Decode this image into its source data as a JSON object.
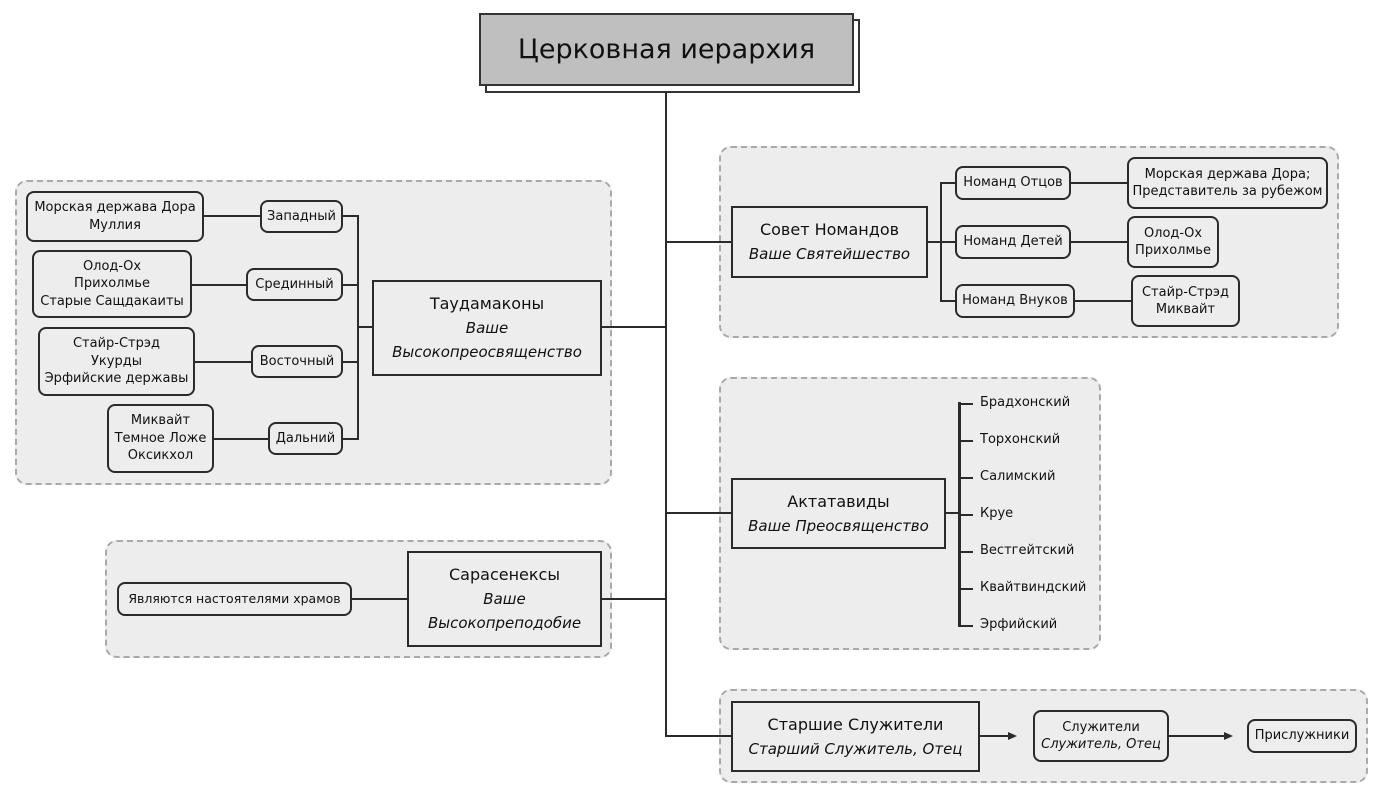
{
  "title": "Церковная иерархия",
  "taudamakony": {
    "name": "Таудамаконы",
    "address": [
      "Ваше",
      "Высокопреосвященство"
    ],
    "branches": [
      {
        "label": "Западный",
        "members": [
          "Морская держава Дора",
          "Муллия"
        ]
      },
      {
        "label": "Срединный",
        "members": [
          "Олод-Ох",
          "Прихолмье",
          "Старые Сащдакаиты"
        ]
      },
      {
        "label": "Восточный",
        "members": [
          "Стайр-Стрэд",
          "Укурды",
          "Эрфийские державы"
        ]
      },
      {
        "label": "Дальний",
        "members": [
          "Миквайт",
          "Темное Ложе",
          "Оксикхол"
        ]
      }
    ]
  },
  "sarasenexy": {
    "name": "Сарасенексы",
    "address": [
      "Ваше",
      "Высокопреподобие"
    ],
    "note": "Являются настоятелями храмов"
  },
  "sovet": {
    "name": "Совет Номандов",
    "address": "Ваше Святейшество",
    "branches": [
      {
        "label": "Номанд Отцов",
        "members": [
          "Морская держава Дора;",
          "Представитель за рубежом"
        ]
      },
      {
        "label": "Номанд Детей",
        "members": [
          "Олод-Ох",
          "Прихолмье"
        ]
      },
      {
        "label": "Номанд Внуков",
        "members": [
          "Стайр-Стрэд",
          "Миквайт"
        ]
      }
    ]
  },
  "aktatavidy": {
    "name": "Актатавиды",
    "address": "Ваше Преосвященство",
    "members": [
      "Брадхонский",
      "Торхонский",
      "Салимский",
      "Круе",
      "Вестгейтский",
      "Квайтвиндский",
      "Эрфийский"
    ]
  },
  "servants": {
    "senior": {
      "name": "Старшие Служители",
      "address": "Старший Служитель, Отец"
    },
    "regular": {
      "name": "Служители",
      "address": "Служитель, Отец"
    },
    "helpers": {
      "name": "Прислужники"
    }
  }
}
